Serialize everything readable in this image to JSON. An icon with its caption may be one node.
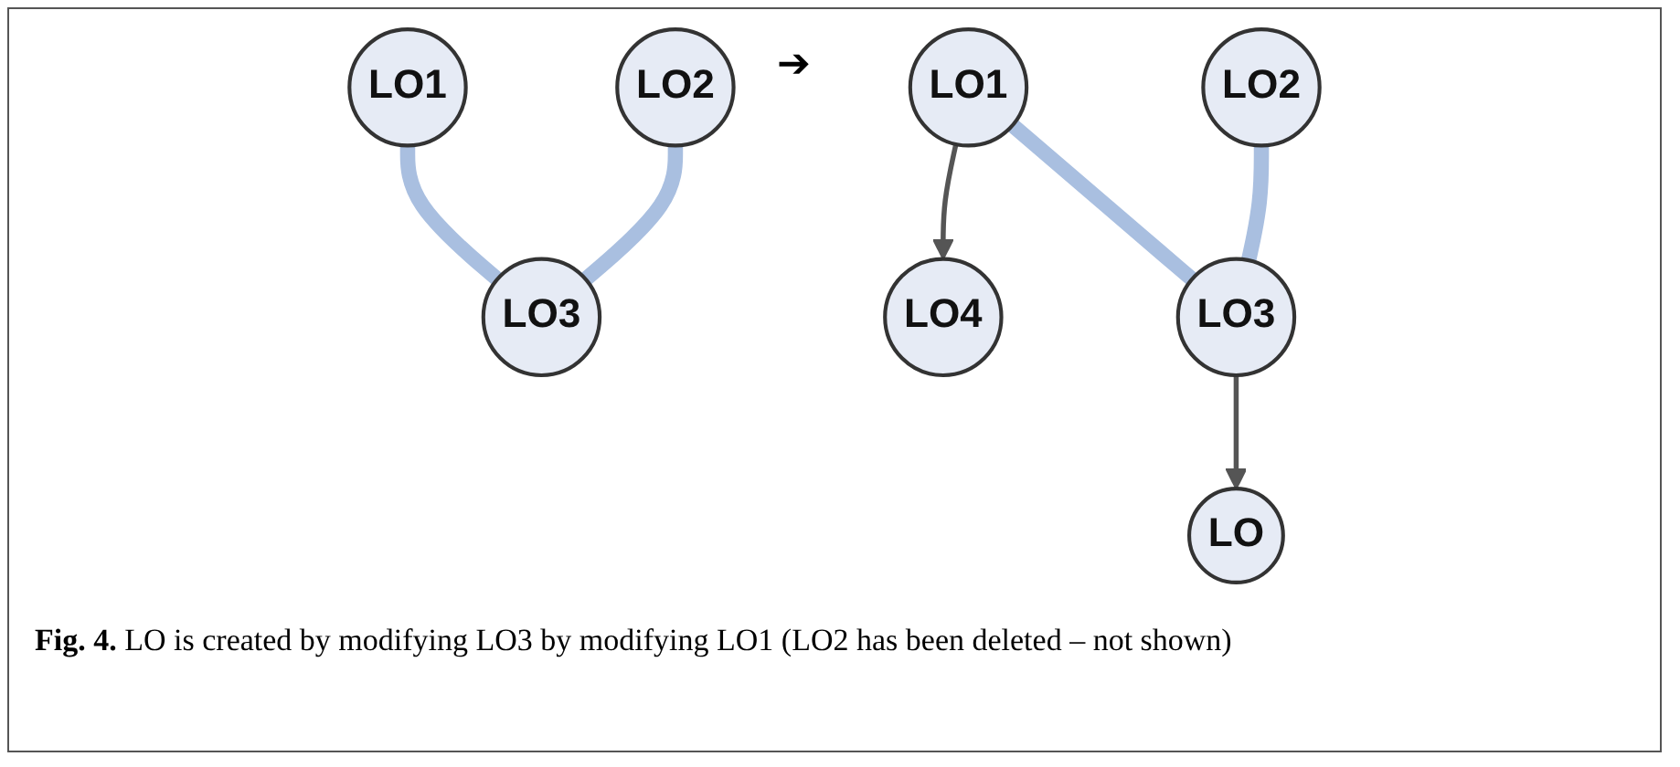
{
  "diagram": {
    "caption": "**Fig. 4.** LO is created by modifying LO3 by modifying LO1 (LO2 has been deleted – not shown)",
    "nodes": [
      {
        "text": [
          "LO1"
        ]
      },
      {
        "text": [
          "LO2"
        ]
      },
      {
        "text": [
          "LO3"
        ]
      },
      {
        "text": [
          "LO1"
        ]
      },
      {
        "text": [
          "LO2"
        ]
      },
      {
        "text": [
          "LO4"
        ]
      },
      {
        "text": [
          "LO3"
        ]
      },
      {
        "text": [
          "LO"
        ]
      }
    ],
    "edges": [
      {
        "from": 0,
        "to": 2,
        "arrow": "none"
      },
      {
        "from": 1,
        "to": 2,
        "arrow": "none"
      },
      {
        "from": 3,
        "to": 5,
        "arrow": "to",
        "color": "#555555"
      },
      {
        "from": 3,
        "to": 6,
        "arrow": "none"
      },
      {
        "from": 4,
        "to": 6,
        "arrow": "none"
      },
      {
        "from": 6,
        "to": 7,
        "arrow": "to",
        "color": "#555555"
      }
    ],
    "labels": [
      "➔"
    ]
  }
}
